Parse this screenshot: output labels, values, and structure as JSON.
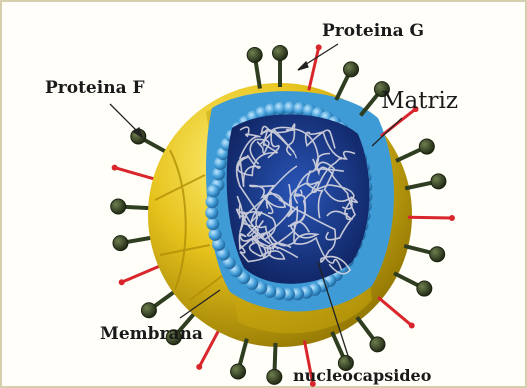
{
  "labels": {
    "proteina_g": "Proteina G",
    "proteina_f": "Proteina F",
    "matriz": "Matriz",
    "membrana": "Membrana",
    "nucleocapsideo": "nucleocapsideo"
  },
  "colors": {
    "envelope": "#e6c21c",
    "envelope_shadow": "#a88a08",
    "matrix": "#3f9bd6",
    "matrix_light": "#86c6ee",
    "nucleocapsid_bg": "#1a3a88",
    "nucleocapsid_strands": "#d8d8e0",
    "protein_g": "#2f3d20",
    "protein_f": "#d8262c"
  }
}
